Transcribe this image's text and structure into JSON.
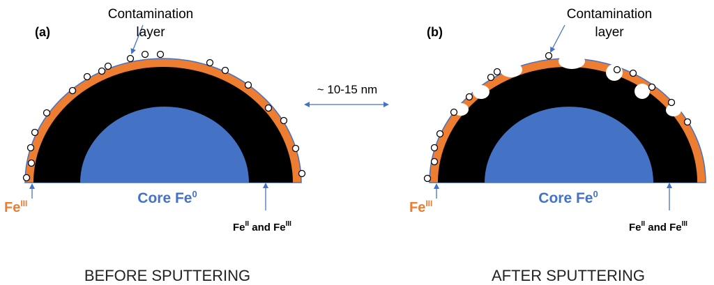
{
  "colors": {
    "core": "#4472c4",
    "outer_shell": "#ed7d31",
    "inner_shell": "#000000",
    "arrow": "#4472c4",
    "particle_fill": "#ffffff",
    "particle_stroke": "#000000"
  },
  "distance_label": "~ 10-15 nm",
  "panels": [
    {
      "letter": "(a)",
      "contamination_label_line1": "Contamination",
      "contamination_label_line2": "layer",
      "core_label": "Core Fe",
      "core_sup": "0",
      "fe3_label": "Fe",
      "fe3_sup": "III",
      "fe2_label_a": "Fe",
      "fe2_sup_a": "II",
      "fe2_label_mid": " and Fe",
      "fe2_sup_b": "III",
      "caption": "BEFORE SPUTTERING"
    },
    {
      "letter": "(b)",
      "contamination_label_line1": "Contamination",
      "contamination_label_line2": "layer",
      "core_label": "Core Fe",
      "core_sup": "0",
      "fe3_label": "Fe",
      "fe3_sup": "III",
      "fe2_label_a": "Fe",
      "fe2_sup_a": "II",
      "fe2_label_mid": " and Fe",
      "fe2_sup_b": "III",
      "caption": "AFTER SPUTTERING"
    }
  ]
}
